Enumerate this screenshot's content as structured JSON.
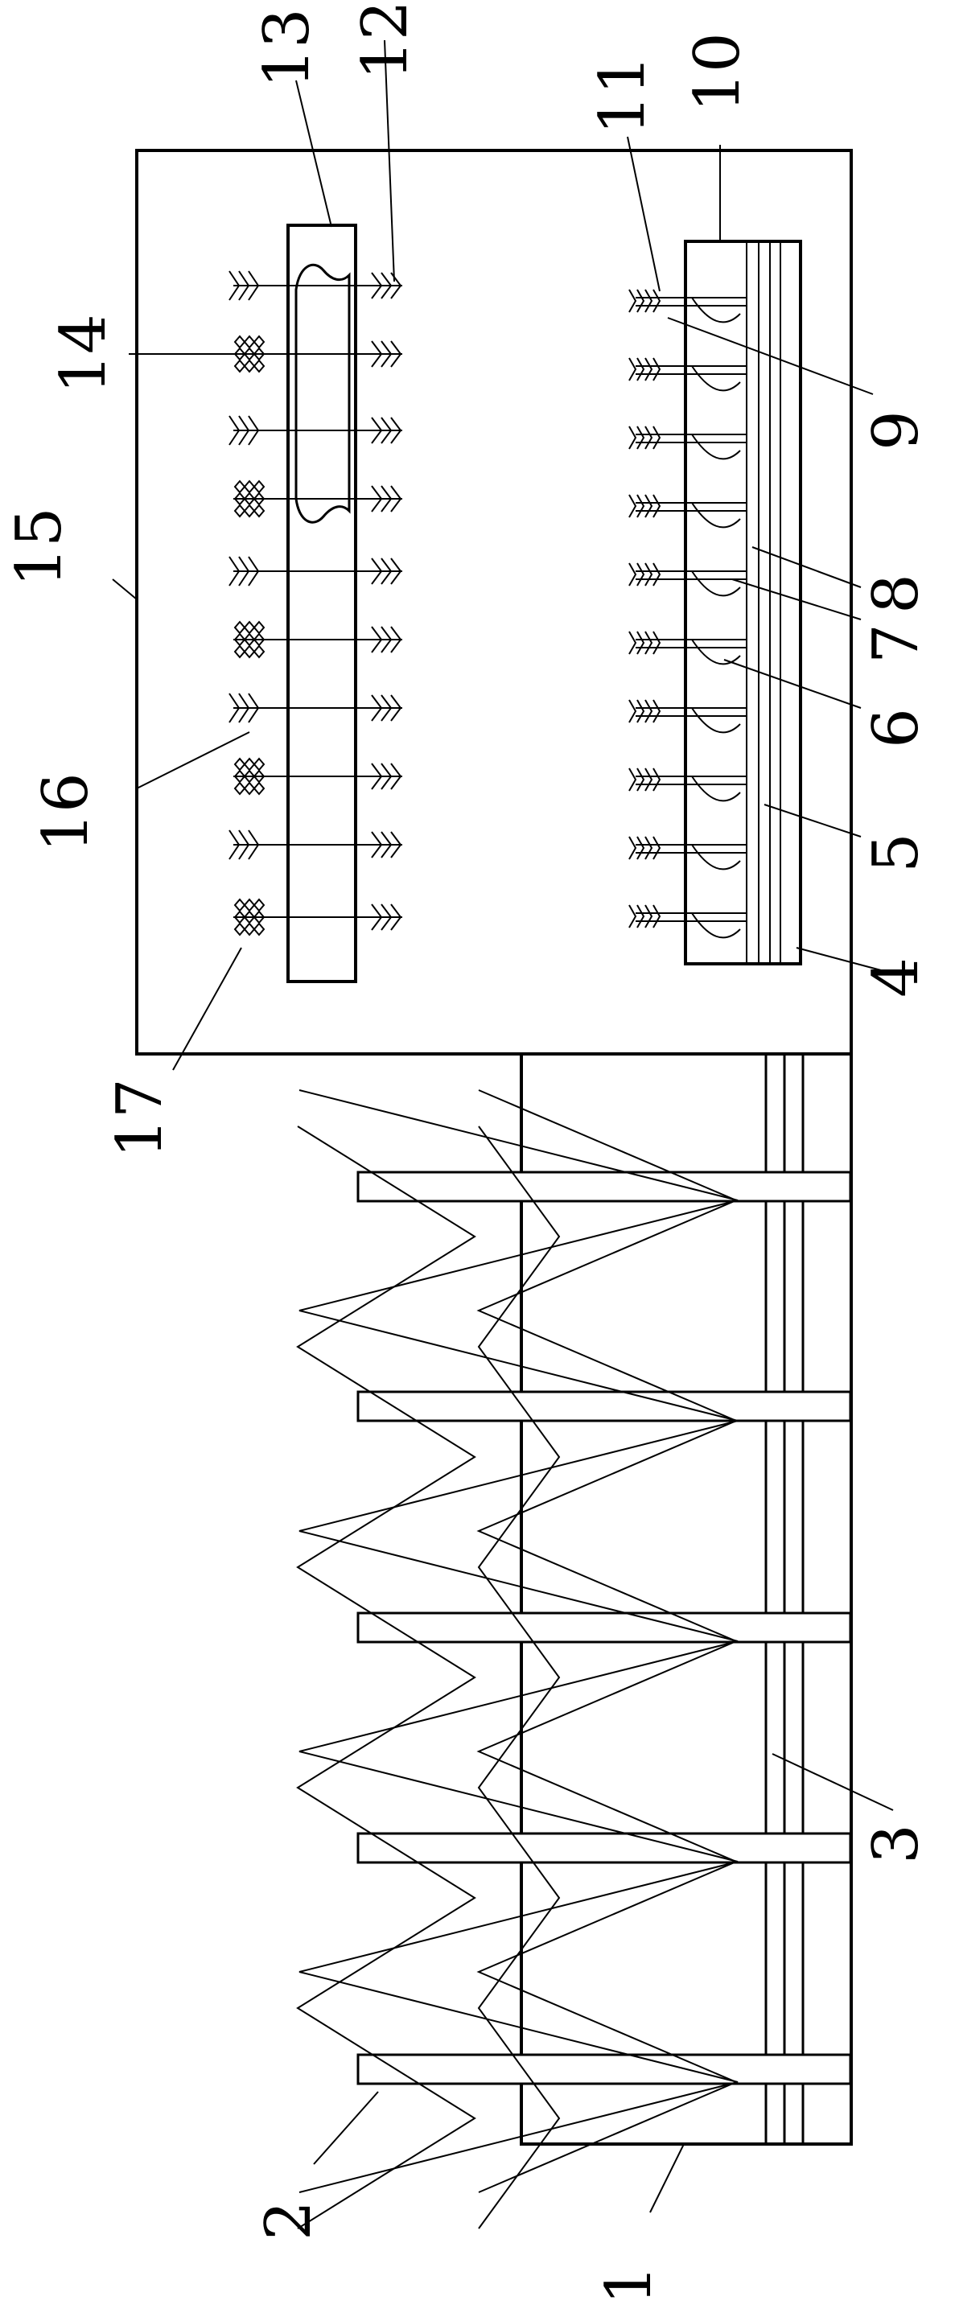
{
  "figure": {
    "line_color": "#000000",
    "background": "#ffffff",
    "labels": [
      {
        "id": "1",
        "text": "1"
      },
      {
        "id": "2",
        "text": "2"
      },
      {
        "id": "3",
        "text": "3"
      },
      {
        "id": "4",
        "text": "4"
      },
      {
        "id": "5",
        "text": "5"
      },
      {
        "id": "6",
        "text": "6"
      },
      {
        "id": "7",
        "text": "7"
      },
      {
        "id": "8",
        "text": "8"
      },
      {
        "id": "9",
        "text": "9"
      },
      {
        "id": "10",
        "text": "10"
      },
      {
        "id": "11",
        "text": "11"
      },
      {
        "id": "12",
        "text": "12"
      },
      {
        "id": "13",
        "text": "13"
      },
      {
        "id": "14",
        "text": "14"
      },
      {
        "id": "15",
        "text": "15"
      },
      {
        "id": "16",
        "text": "16"
      },
      {
        "id": "17",
        "text": "17"
      }
    ]
  }
}
